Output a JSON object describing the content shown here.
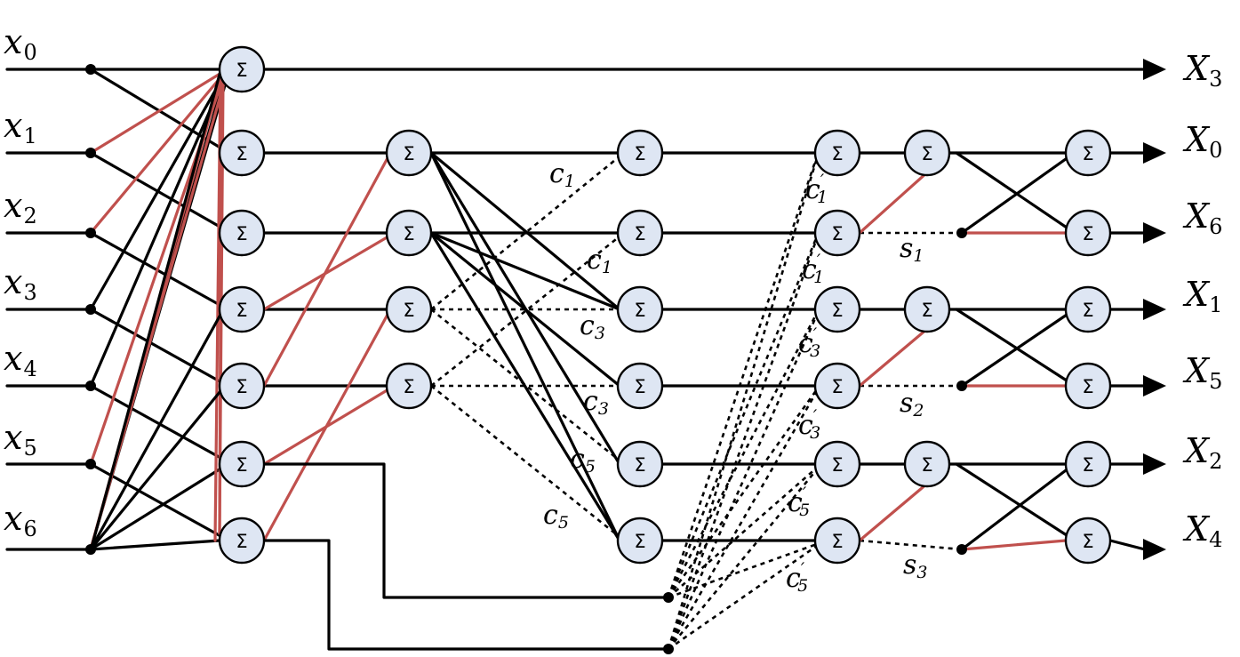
{
  "sum_symbol": "Σ",
  "prime_mark": "′",
  "colors": {
    "black": "#000000",
    "red": "#c0504d",
    "node_fill": "#dee6f3"
  },
  "inputs": [
    {
      "base": "x",
      "sub": "0"
    },
    {
      "base": "x",
      "sub": "1"
    },
    {
      "base": "x",
      "sub": "2"
    },
    {
      "base": "x",
      "sub": "3"
    },
    {
      "base": "x",
      "sub": "4"
    },
    {
      "base": "x",
      "sub": "5"
    },
    {
      "base": "x",
      "sub": "6"
    }
  ],
  "outputs": [
    {
      "base": "X",
      "sub": "3"
    },
    {
      "base": "X",
      "sub": "0"
    },
    {
      "base": "X",
      "sub": "6"
    },
    {
      "base": "X",
      "sub": "1"
    },
    {
      "base": "X",
      "sub": "5"
    },
    {
      "base": "X",
      "sub": "2"
    },
    {
      "base": "X",
      "sub": "4"
    }
  ],
  "coefficients": [
    {
      "base": "c",
      "sub": "1",
      "prime": false
    },
    {
      "base": "c",
      "sub": "1",
      "prime": false
    },
    {
      "base": "c",
      "sub": "3",
      "prime": false
    },
    {
      "base": "c",
      "sub": "3",
      "prime": false
    },
    {
      "base": "c",
      "sub": "5",
      "prime": false
    },
    {
      "base": "c",
      "sub": "5",
      "prime": false
    },
    {
      "base": "c",
      "sub": "1",
      "prime": true
    },
    {
      "base": "c",
      "sub": "1",
      "prime": true
    },
    {
      "base": "c",
      "sub": "3",
      "prime": true
    },
    {
      "base": "c",
      "sub": "3",
      "prime": true
    },
    {
      "base": "c",
      "sub": "5",
      "prime": true
    },
    {
      "base": "c",
      "sub": "5",
      "prime": true
    },
    {
      "base": "s",
      "sub": "1",
      "prime": false
    },
    {
      "base": "s",
      "sub": "2",
      "prime": false
    },
    {
      "base": "s",
      "sub": "3",
      "prime": false
    }
  ]
}
